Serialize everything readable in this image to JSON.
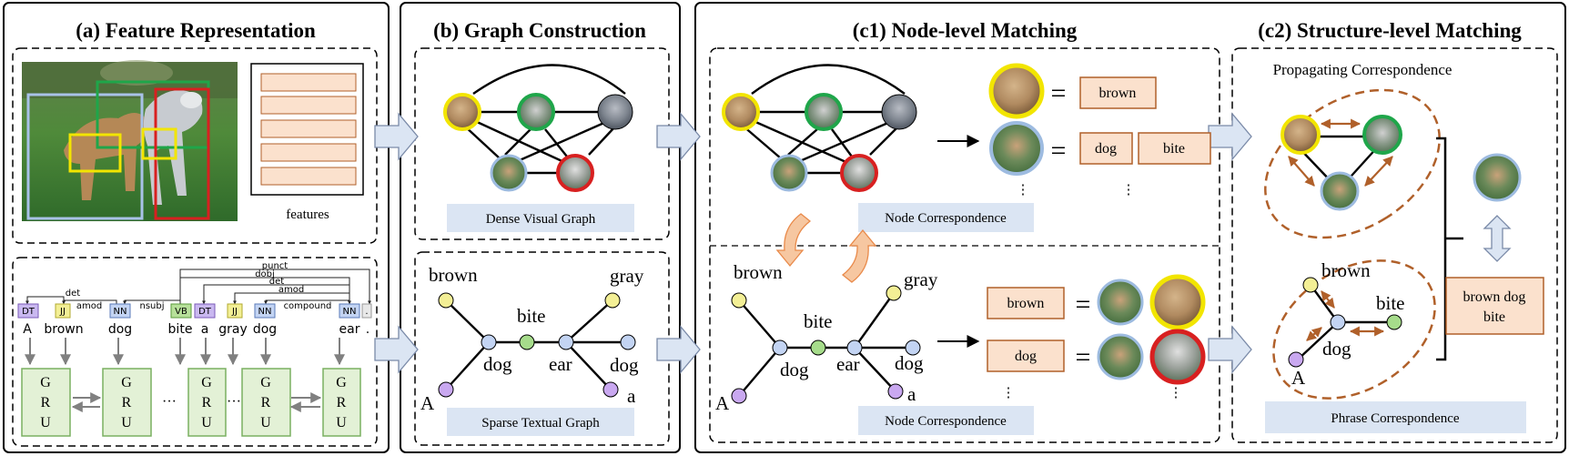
{
  "panels": {
    "a_title": "(a) Feature Representation",
    "b_title": "(b) Graph Construction",
    "c1_title": "(c1) Node-level Matching",
    "c2_title": "(c2) Structure-level Matching"
  },
  "feature_caption": "features",
  "dependency": {
    "tokens": [
      "A",
      "brown",
      "dog",
      "bite",
      "a",
      "gray",
      "dog",
      "ear",
      "."
    ],
    "tags": [
      "DT",
      "JJ",
      "NN",
      "VB",
      "DT",
      "JJ",
      "NN",
      "NN",
      "."
    ],
    "arcs": [
      "det",
      "amod",
      "nsubj",
      "punct",
      "dobj",
      "det",
      "amod",
      "compound"
    ],
    "gru": [
      "G",
      "R",
      "U"
    ],
    "ellipsis": "···"
  },
  "labels": {
    "dense_visual_graph": "Dense Visual Graph",
    "sparse_textual_graph": "Sparse Textual Graph",
    "node_correspondence": "Node Correspondence",
    "phrase_correspondence": "Phrase Correspondence",
    "propagating_correspondence": "Propagating Correspondence"
  },
  "text_graph_words": {
    "brown": "brown",
    "gray": "gray",
    "bite": "bite",
    "dog": "dog",
    "ear": "ear",
    "dog2": "dog",
    "a": "a",
    "A": "A"
  },
  "c1_top": {
    "equals": "=",
    "w_brown": "brown",
    "w_dog": "dog",
    "w_bite": "bite",
    "dots": "⋮"
  },
  "c1_bottom": {
    "equals": "=",
    "w_brown": "brown",
    "w_dog": "dog",
    "dots": "⋮"
  },
  "c2": {
    "words": {
      "brown": "brown",
      "bite": "bite",
      "dog": "dog",
      "A": "A"
    },
    "phrase": [
      "brown dog",
      "bite"
    ]
  },
  "colors": {
    "yellow": "#f2e500",
    "green": "#1fa64a",
    "red": "#d82020",
    "blue": "#9dbbe0",
    "purple": "#b48de0",
    "lightgreen": "#a6dc8b",
    "lightyellow": "#f3ef95",
    "lightblue": "#c3d4f3",
    "peach": "#fbe1cd",
    "brown": "#b0602a",
    "orange": "#e98a4a",
    "panelblue": "#dbe5f3"
  }
}
